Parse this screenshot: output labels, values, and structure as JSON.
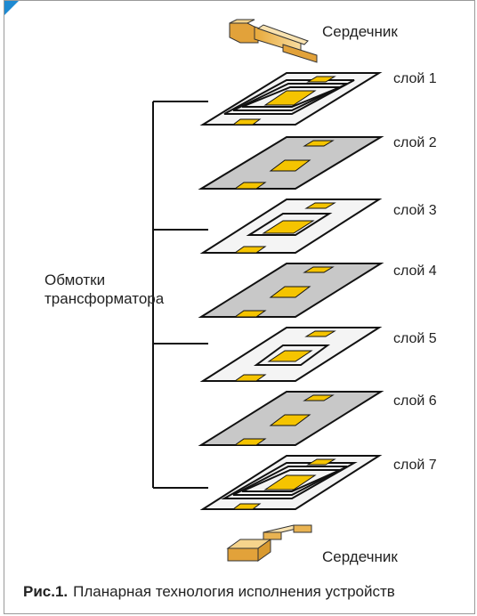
{
  "labels": {
    "core_top": "Сердечник",
    "core_bottom": "Сердечник",
    "windings": [
      "Обмотки",
      "трансформатора"
    ],
    "layers": [
      "слой 1",
      "слой 2",
      "слой 3",
      "слой 4",
      "слой 5",
      "слой 6",
      "слой 7"
    ]
  },
  "caption": {
    "prefix": "Рис.1.",
    "text": "Планарная технология исполнения устройств"
  },
  "colors": {
    "pad": "#f5c400",
    "board_white": "#f4f4f4",
    "board_gray": "#c8c8c8",
    "core": "#f0c46a",
    "accent": "#1e8ad2"
  }
}
